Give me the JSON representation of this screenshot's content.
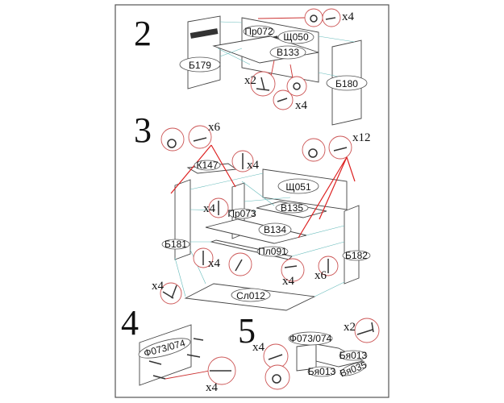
{
  "steps": [
    {
      "number": "2",
      "parts": [
        "Б179",
        "Пр072",
        "Щ050",
        "В133",
        "Б180"
      ],
      "counts": [
        "x4",
        "x2",
        "x4"
      ]
    },
    {
      "number": "3",
      "parts": [
        "К147",
        "Щ051",
        "В135",
        "Пр073",
        "В134",
        "Б181",
        "Пл091",
        "Б182",
        "Сл012"
      ],
      "counts": [
        "x6",
        "x12",
        "x4",
        "x4",
        "x4",
        "x4",
        "x4",
        "x6"
      ]
    },
    {
      "number": "4",
      "parts": [
        "Ф073/074"
      ],
      "counts": [
        "x4"
      ]
    },
    {
      "number": "5",
      "parts": [
        "Ф073/074",
        "Бя013",
        "Бя013",
        "Вя035"
      ],
      "counts": [
        "x4",
        "x2"
      ]
    }
  ],
  "colors": {
    "callout": "#cc3333",
    "guide": "#66bbbb",
    "frame": "#555555"
  }
}
